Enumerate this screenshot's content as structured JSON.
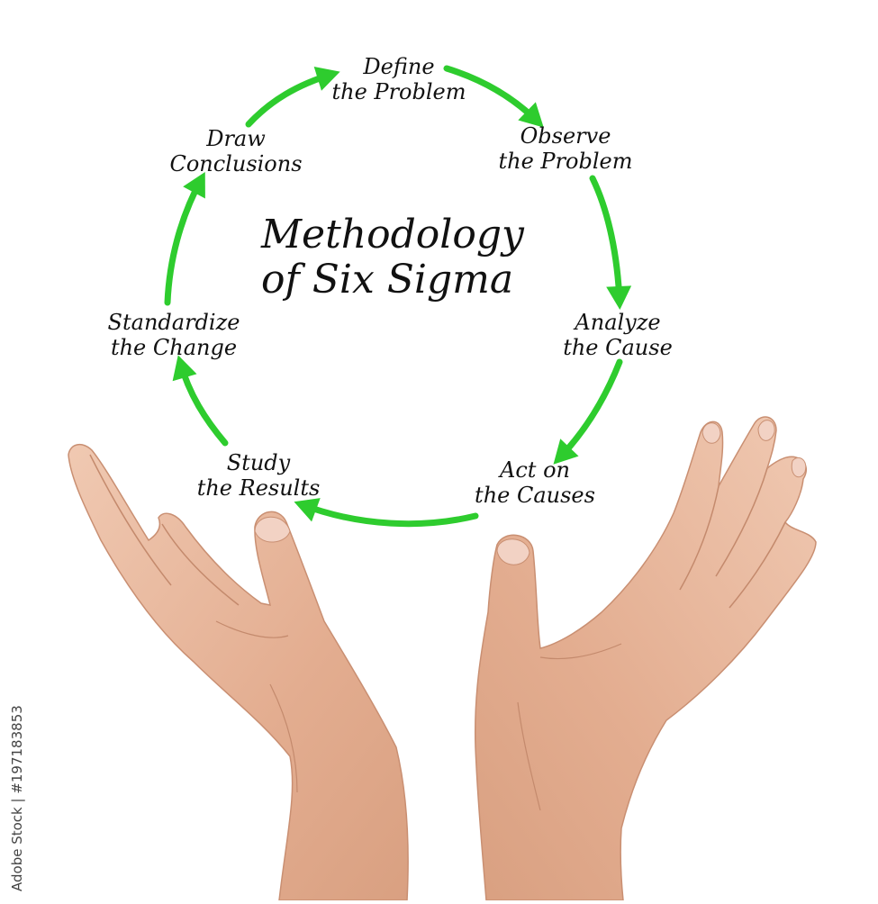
{
  "diagram": {
    "title_line1": "Methodology",
    "title_line2": "of Six Sigma",
    "steps": [
      {
        "line1": "Define",
        "line2": "the Problem"
      },
      {
        "line1": "Observe",
        "line2": "the Problem"
      },
      {
        "line1": "Analyze",
        "line2": "the Cause"
      },
      {
        "line1": "Act on",
        "line2": "the Causes"
      },
      {
        "line1": "Study",
        "line2": "the Results"
      },
      {
        "line1": "Standardize",
        "line2": "the Change"
      },
      {
        "line1": "Draw",
        "line2": "Conclusions"
      }
    ],
    "arrow_color": "#2ecc2e"
  },
  "watermark": {
    "text": "Adobe Stock | #197183853"
  },
  "colors": {
    "background": "#ffffff",
    "text": "#111111",
    "skin": "#e6b59a"
  }
}
